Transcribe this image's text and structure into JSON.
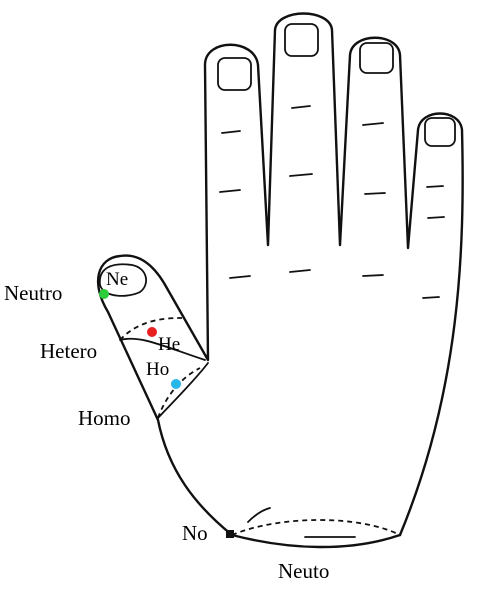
{
  "labels": {
    "neutro": "Neutro",
    "ne": "Ne",
    "hetero": "Hetero",
    "he": "He",
    "ho": "Ho",
    "homo": "Homo",
    "no": "No",
    "neuto": "Neuto"
  },
  "colors": {
    "neutro_dot": "#2ecc3a",
    "hetero_dot": "#e82020",
    "homo_dot": "#29b6e8",
    "no_dot": "#111111"
  }
}
